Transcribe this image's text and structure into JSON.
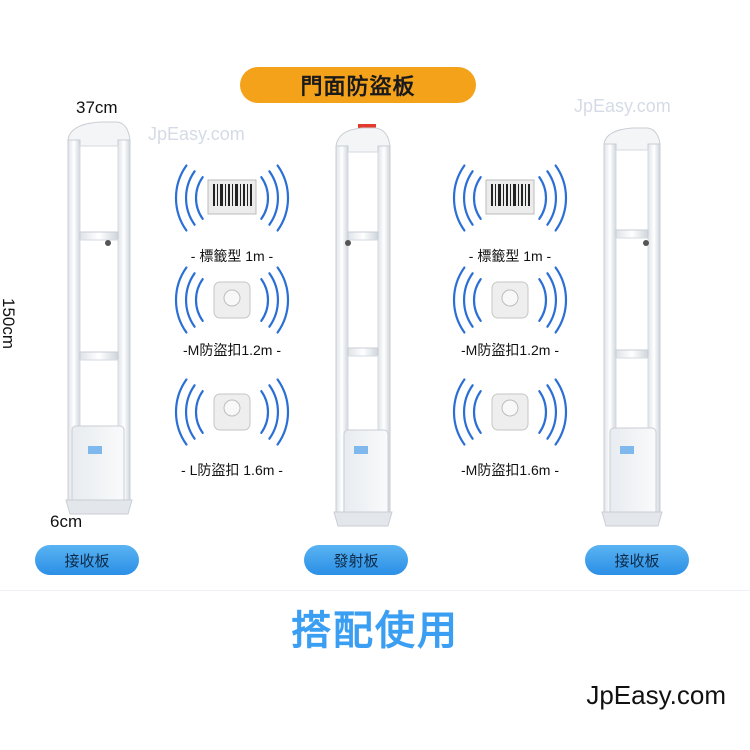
{
  "title": "門面防盜板",
  "watermarks": [
    "JpEasy.com",
    "JpEasy.com"
  ],
  "dimensions": {
    "width": "37cm",
    "height": "150cm",
    "depth": "6cm"
  },
  "gates": [
    {
      "label": "接收板"
    },
    {
      "label": "發射板"
    },
    {
      "label": "接收板"
    }
  ],
  "tags_left": [
    {
      "label": "-  標籤型 1m -",
      "type": "barcode-label"
    },
    {
      "label": "-M防盜扣1.2m -",
      "type": "hard-tag"
    },
    {
      "label": "- L防盜扣 1.6m -",
      "type": "hard-tag"
    }
  ],
  "tags_right": [
    {
      "label": "-  標籤型 1m -",
      "type": "barcode-label"
    },
    {
      "label": "-M防盜扣1.2m -",
      "type": "hard-tag"
    },
    {
      "label": "-M防盜扣1.6m -",
      "type": "hard-tag"
    }
  ],
  "footer_title": "搭配使用",
  "brand": "JpEasy.com",
  "colors": {
    "accent": "#f5a21b",
    "pill_blue": "#2b8fe6",
    "wave_blue": "#2b6fd6",
    "footer_blue": "#3a9ef2"
  }
}
